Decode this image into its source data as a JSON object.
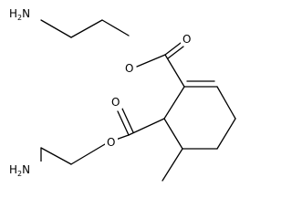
{
  "labels": {
    "amine_top": {
      "main": "H",
      "sub": "2",
      "tail": "N"
    },
    "amine_bottom": {
      "main": "H",
      "sub": "2",
      "tail": "N"
    },
    "ester_o_top": "O",
    "carbonyl_o_top": "O",
    "ester_o_bottom": "O",
    "carbonyl_o_bottom": "O"
  }
}
